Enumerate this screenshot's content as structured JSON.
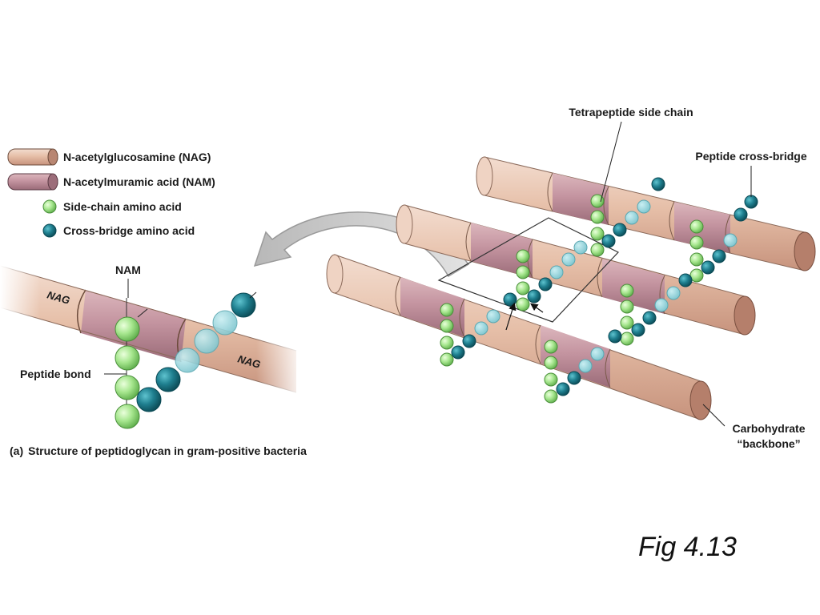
{
  "legend": {
    "nag": "N-acetylglucosamine (NAG)",
    "nam": "N-acetylmuramic acid (NAM)",
    "side_chain": "Side-chain amino acid",
    "cross_bridge": "Cross-bridge amino acid"
  },
  "labels": {
    "tetrapeptide": "Tetrapeptide side chain",
    "peptide_cross_bridge": "Peptide cross-bridge",
    "carbohydrate_line1": "Carbohydrate",
    "carbohydrate_line2": "“backbone”",
    "nam": "NAM",
    "nag_left": "NAG",
    "nag_right": "NAG",
    "peptide_bond": "Peptide bond"
  },
  "caption": {
    "tag": "(a)",
    "text": "Structure of peptidoglycan in gram-positive bacteria"
  },
  "figure_number": "Fig 4.13",
  "colors": {
    "nag": "#e8c3ae",
    "nam": "#c898a2",
    "side_chain": "#9fe08a",
    "cross_bridge": "#1f7f8f",
    "arrow": "#c8c8c8"
  }
}
